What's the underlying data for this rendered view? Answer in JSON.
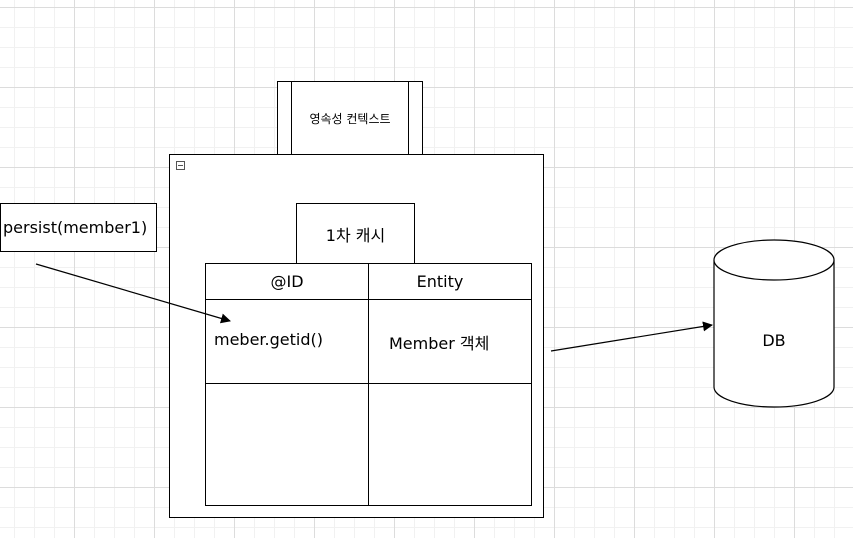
{
  "persistence_context": {
    "label": "영속성 컨텍스트"
  },
  "first_level_cache": {
    "title": "1차 캐시",
    "columns": [
      "@ID",
      "Entity"
    ],
    "rows": [
      {
        "id": "meber.getid()",
        "entity": "Member 객체"
      }
    ]
  },
  "persist_call": {
    "label": "persist(member1)"
  },
  "database": {
    "label": "DB"
  }
}
